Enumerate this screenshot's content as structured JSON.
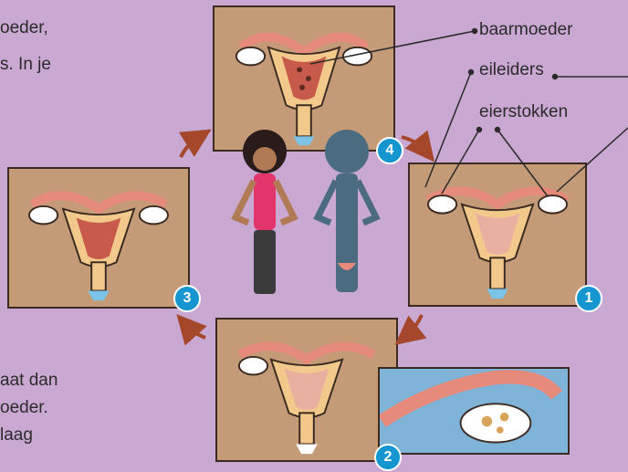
{
  "body_text": {
    "left_top": [
      "oeder,",
      "s. In je"
    ],
    "left_bottom": [
      "aat dan",
      "oeder.",
      "laag"
    ]
  },
  "labels": {
    "uterus": "baarmoeder",
    "oviducts": "eileiders",
    "ovaries": "eierstokken"
  },
  "badges": [
    "1",
    "2",
    "3",
    "4"
  ],
  "colors": {
    "background": "#c9a8d2",
    "panel": "#c49a77",
    "badge": "#1596d1",
    "arrow": "#a5472a"
  }
}
